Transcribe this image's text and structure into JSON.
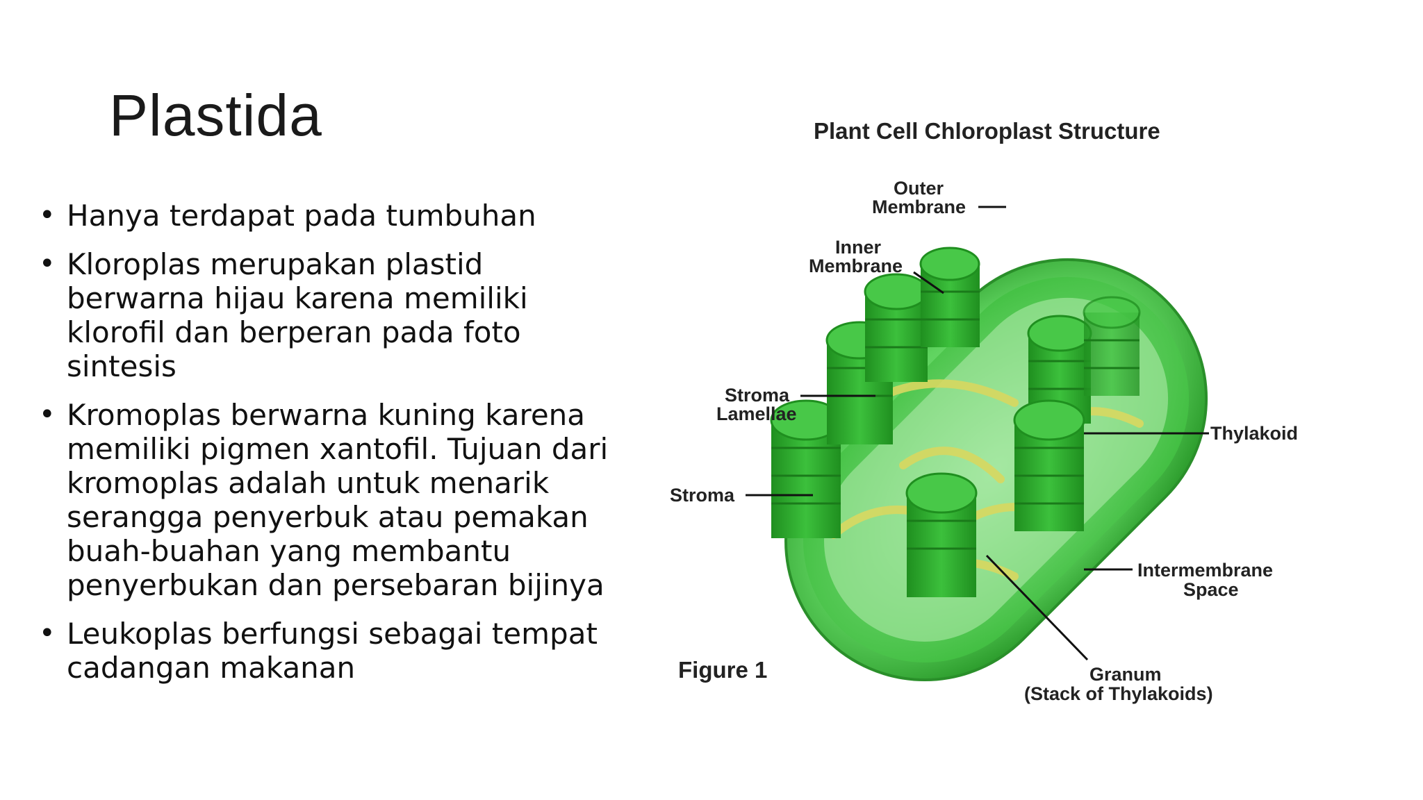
{
  "slide": {
    "title": "Plastida",
    "bullets": [
      "Hanya terdapat pada tumbuhan",
      "Kloroplas merupakan plastid berwarna hijau karena memiliki klorofil dan berperan pada foto sintesis",
      "Kromoplas berwarna kuning karena memiliki pigmen xantofil. Tujuan dari kromoplas adalah untuk menarik serangga penyerbuk atau pemakan buah-buahan yang membantu penyerbukan dan persebaran bijinya",
      "Leukoplas berfungsi sebagai tempat cadangan makanan"
    ],
    "bullet_glyph": "•"
  },
  "figure": {
    "title": "Plant Cell Chloroplast Structure",
    "caption": "Figure 1",
    "labels": {
      "outer_membrane_1": "Outer",
      "outer_membrane_2": "Membrane",
      "inner_membrane_1": "Inner",
      "inner_membrane_2": "Membrane",
      "stroma_lamellae_1": "Stroma",
      "stroma_lamellae_2": "Lamellae",
      "stroma": "Stroma",
      "thylakoid": "Thylakoid",
      "intermembrane_1": "Intermembrane",
      "intermembrane_2": "Space",
      "granum_1": "Granum",
      "granum_2": "(Stack of Thylakoids)"
    },
    "colors": {
      "outer_green": "#5fd35f",
      "inner_green": "#3fbf3f",
      "granum_green": "#2fa82f",
      "granum_top": "#48c848",
      "lamellae_yellow": "#d8d860"
    }
  }
}
